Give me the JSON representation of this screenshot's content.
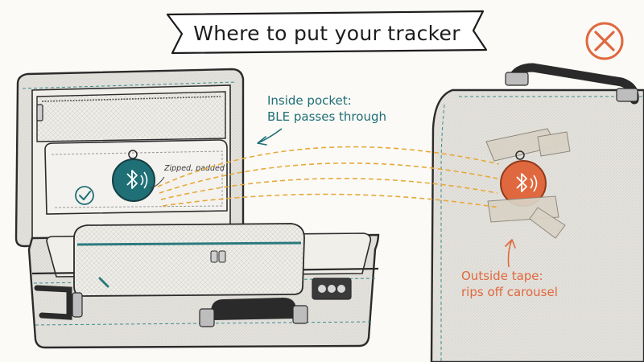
{
  "title": "Where to put your tracker",
  "inside": {
    "caption_line1": "Inside pocket:",
    "caption_line2": "BLE passes through",
    "tag_label": "Zipped, padded"
  },
  "outside": {
    "caption_line1": "Outside tape:",
    "caption_line2": "rips off carousel"
  },
  "icons": {
    "good": "check-circle-icon",
    "bad": "x-circle-icon",
    "tracker": "bluetooth-icon"
  },
  "colors": {
    "teal": "#1f6f76",
    "orange": "#e0683e",
    "dash": "#e6a93a",
    "suitcase": "#e3e1dc",
    "outline": "#2b2b2b"
  }
}
